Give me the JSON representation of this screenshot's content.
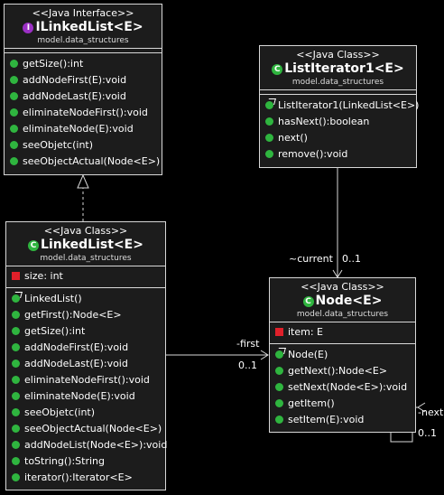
{
  "ilinkedlist": {
    "stereotype": "<<Java Interface>>",
    "badge": "I",
    "name": "ILinkedList<E>",
    "package": "model.data_structures",
    "methods": [
      "getSize():int",
      "addNodeFirst(E):void",
      "addNodeLast(E):void",
      "eliminateNodeFirst():void",
      "eliminateNode(E):void",
      "seeObjetc(int)",
      "seeObjectActual(Node<E>)"
    ]
  },
  "listiterator": {
    "stereotype": "<<Java Class>>",
    "badge": "C",
    "name": "ListIterator1<E>",
    "package": "model.data_structures",
    "methods": [
      "ListIterator1(LinkedList<E>)",
      "hasNext():boolean",
      "next()",
      "remove():void"
    ]
  },
  "linkedlist": {
    "stereotype": "<<Java Class>>",
    "badge": "C",
    "name": "LinkedList<E>",
    "package": "model.data_structures",
    "fields": [
      "size: int"
    ],
    "methods": [
      "LinkedList()",
      "getFirst():Node<E>",
      "getSize():int",
      "addNodeFirst(E):void",
      "addNodeLast(E):void",
      "eliminateNodeFirst():void",
      "eliminateNode(E):void",
      "seeObjetc(int)",
      "seeObjectActual(Node<E>)",
      "addNodeList(Node<E>):void",
      "toString():String",
      "iterator():Iterator<E>"
    ]
  },
  "node": {
    "stereotype": "<<Java Class>>",
    "badge": "C",
    "name": "Node<E>",
    "package": "model.data_structures",
    "fields": [
      "item: E"
    ],
    "methods": [
      "Node(E)",
      "getNext():Node<E>",
      "setNext(Node<E>):void",
      "getItem()",
      "setItem(E):void"
    ]
  },
  "relations": {
    "first_role": "-first",
    "first_mult": "0..1",
    "current_role": "~current",
    "current_mult": "0..1",
    "next_role": "-next",
    "next_mult": "0..1"
  },
  "colors": {
    "interface_badge": "#9b2fc4",
    "class_badge": "#2fb53f",
    "public": "#2fb53f",
    "private": "#e0202a"
  }
}
